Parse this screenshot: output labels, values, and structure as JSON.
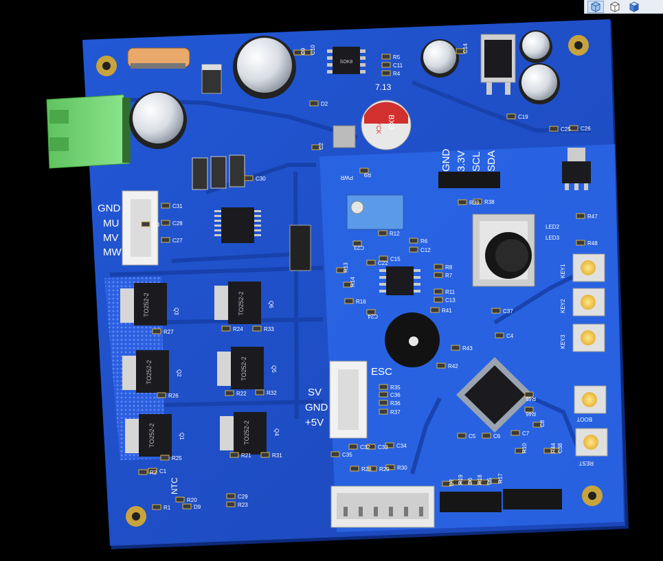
{
  "toolbar": {
    "buttons": [
      {
        "icon": "iso-cube-icon",
        "active": true
      },
      {
        "icon": "wire-cube-icon",
        "active": false
      },
      {
        "icon": "shaded-cube-icon",
        "active": false
      }
    ]
  },
  "colors": {
    "board": "#1f4fc4",
    "board_light": "#2a64e0",
    "trace": "#1a44b0",
    "silk": "#ffffff",
    "pad": "#d9b44a",
    "connector_green": "#7fd67f",
    "ic_black": "#1b1b1f"
  },
  "silk": {
    "conn_left": [
      "GND",
      "MU",
      "MV",
      "MW"
    ],
    "esc_conn": [
      "SV",
      "GND",
      "+5V"
    ],
    "esc_title": "ESC",
    "i2c": [
      "GND",
      "3.3V",
      "SCL",
      "SDA"
    ],
    "keys": [
      "KEY1",
      "KEY2",
      "KEY3"
    ],
    "boot": "BOOT",
    "rest": "REST",
    "ntc": "NTC",
    "led2": "LED2",
    "led3": "LED3",
    "mosfets": [
      "TO252-2",
      "TO252-2",
      "TO252-2",
      "TO252-2",
      "TO252-2",
      "TO252-2"
    ],
    "q_labels": [
      "Q3",
      "Q6",
      "Q2",
      "Q5",
      "Q1",
      "Q4"
    ],
    "cap_label": [
      "BXB",
      "YCK"
    ],
    "ic_top": "SOK8",
    "date": "7.13",
    "pwr": "PWR",
    "refs": {
      "c9": "C9",
      "c10": "C10",
      "r5": "R5",
      "c11": "C11",
      "r4": "R4",
      "c14": "C14",
      "c19": "C19",
      "d2": "D2",
      "c2": "C2",
      "c25": "C25",
      "c26": "C26",
      "r9": "R9",
      "c30": "C30",
      "c31": "C31",
      "c28": "C28",
      "c27": "C27",
      "r39": "R39",
      "r38": "R38",
      "r47": "R47",
      "r48": "R48",
      "r12": "R12",
      "r6": "R6",
      "c12": "C12",
      "c23": "C23",
      "c15": "C15",
      "r13": "R13",
      "r8": "R8",
      "r7": "R7",
      "r14": "R14",
      "r16": "R16",
      "r11": "R11",
      "c13": "C13",
      "c24": "C24",
      "c37": "C37",
      "r41": "R41",
      "r43": "R43",
      "r42": "R42",
      "c4": "C4",
      "r27": "R27",
      "r24": "R24",
      "r33": "R33",
      "r26": "R26",
      "r22": "R22",
      "r32": "R32",
      "r25": "R25",
      "r21": "R21",
      "r31": "R31",
      "r35": "R35",
      "c36": "C36",
      "r36": "R36",
      "r37": "R37",
      "r45": "R45",
      "r46": "R46",
      "c5": "C5",
      "c6": "C6",
      "c7": "C7",
      "r10": "R10",
      "c8": "C8",
      "r44": "R44",
      "c38": "C38",
      "c35": "C35",
      "c32": "C32",
      "c33": "C33",
      "c34": "C34",
      "r28": "R28",
      "r29": "R29",
      "r30": "R30",
      "r2": "R2",
      "c1": "C1",
      "r1": "R1",
      "r20": "R20",
      "d9": "D9",
      "c29": "C29",
      "r23": "R23",
      "d7": "D7",
      "r19": "R19",
      "d6": "D6",
      "r18": "R18",
      "d5": "D5",
      "r17": "R17",
      "c3": "C3",
      "c22": "C22"
    }
  }
}
